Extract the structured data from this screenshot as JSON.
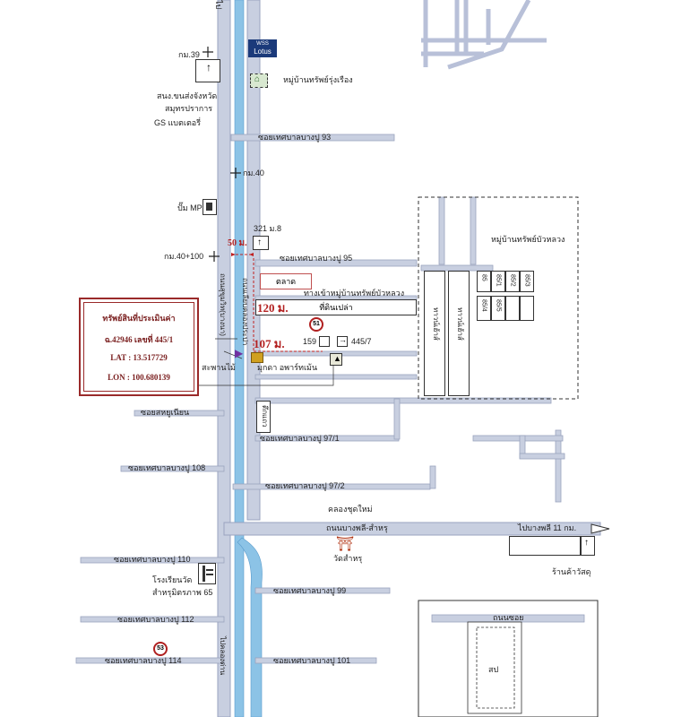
{
  "colors": {
    "road": "#c8cfe0",
    "road_stroke": "#9aa3bf",
    "canal": "#7fb7de",
    "highlight_red": "#c02020",
    "box_border": "#9a2a2a",
    "subject_marker": "#d0a020"
  },
  "highway": {
    "top_label": "ไป",
    "bottom_label": "ไปคลองด่าน",
    "road_name_vertical": "ถนนสุขุมวิท(บางนา)",
    "road_name_vertical2": "ถนนเลียบคลองประปา"
  },
  "landmarks": {
    "lotus_sign": "Lotus",
    "lotus_small": "WSS",
    "km39": "กม.39",
    "transport_office_line1": "สนง.ขนส่งจังหวัด",
    "transport_office_line2": "สมุทรปราการ",
    "gs_battery": "GS แบตเตอรี่",
    "village_sap_rung_rueang": "หมู่บ้านทรัพย์รุ่งเรือง",
    "km40": "กม.40",
    "pump_mp": "ปั๊ม MP",
    "house_321": "321 ม.8",
    "km40_100": "กม.40+100",
    "market": "ตลาด",
    "village_bua_luang": "หมู่บ้านทรัพย์บัวหลวง",
    "village_entrance": "ทางเข้าหมู่บ้านทรัพย์บัวหลวง",
    "vacant_land": "ที่ดินเปล่า",
    "house_159": "159",
    "house_445_7": "445/7",
    "wooden_bridge": "สะพานไม้",
    "mukda_apartment": "มุกดา อพาร์ทเม้น",
    "townhouse_1": "ทาวน์เฮ้าส์",
    "townhouse_2": "ทาวน์เฮ้าส์",
    "building_small": "ตึกแถว",
    "canal_chut_mai": "คลองชุดใหม่",
    "wat_samru": "วัดสำหรุ",
    "school_line1": "โรงเรียนวัด",
    "school_line2": "สำหรุมิตรภาพ 65",
    "shop": "ร้านค้าวัสดุ",
    "to_bang_phli": "ไปบางพลี 11 กม.",
    "inset_road": "ถนนซอย",
    "inset_parcel": "สป",
    "route_51": "51",
    "route_53": "53"
  },
  "units": [
    "85",
    "85/1",
    "85/2",
    "85/3",
    "85/4",
    "85/5"
  ],
  "sois": {
    "s93": "ซอยเทศบาลบางปู 93",
    "s95": "ซอยเทศบาลบางปู 95",
    "sahu_muean": "ซอยสหยูเนียน",
    "s97_1": "ซอยเทศบาลบางปู 97/1",
    "s108": "ซอยเทศบาลบางปู 108",
    "s97_2": "ซอยเทศบาลบางปู 97/2",
    "bang_phli_road": "ถนนบางพลี-สำหรุ",
    "s110": "ซอยเทศบาลบางปู 110",
    "s99": "ซอยเทศบาลบางปู 99",
    "s112": "ซอยเทศบาลบางปู 112",
    "s114": "ซอยเทศบาลบางปู 114",
    "s101": "ซอยเทศบาลบางปู 101"
  },
  "distances": {
    "d50": "50 ม.",
    "d120": "120 ม.",
    "d107": "107 ม."
  },
  "property_box": {
    "title": "ทรัพย์สินที่ประเมินค่า",
    "deed": "ฉ.42946  เลขที่ 445/1",
    "lat": "LAT : 13.517729",
    "lon": "LON : 100.680139"
  }
}
